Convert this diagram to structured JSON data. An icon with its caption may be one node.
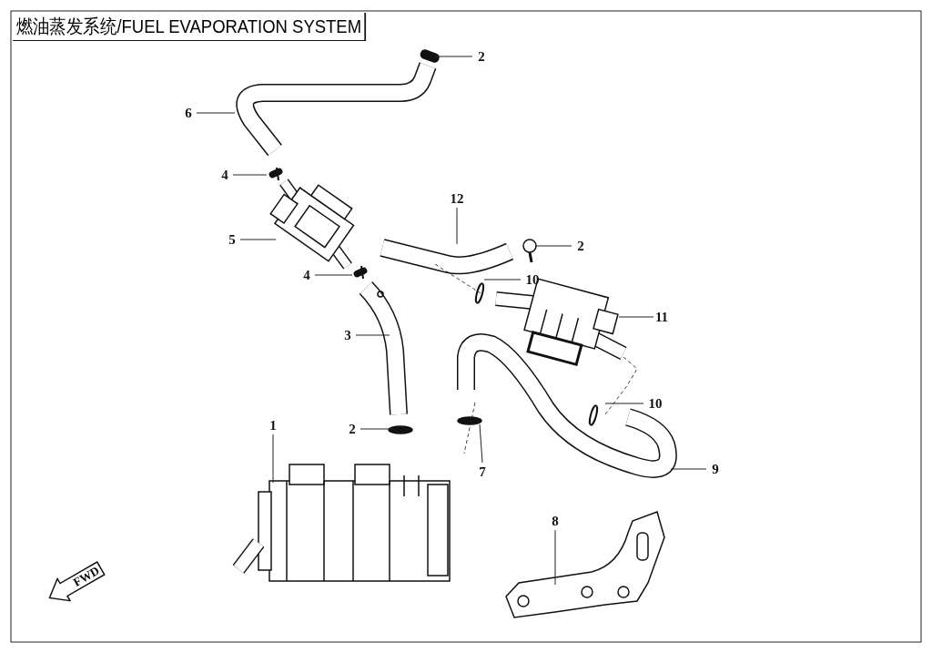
{
  "diagram": {
    "title": "燃油蒸发系统/FUEL EVAPORATION SYSTEM",
    "nodes": [
      {
        "text": [
          "2"
        ]
      },
      {
        "text": [
          "6"
        ]
      },
      {
        "text": [
          "4"
        ]
      },
      {
        "text": [
          "12"
        ]
      },
      {
        "text": [
          "2"
        ]
      },
      {
        "text": [
          "5"
        ]
      },
      {
        "text": [
          "4"
        ]
      },
      {
        "text": [
          "10"
        ]
      },
      {
        "text": [
          "11"
        ]
      },
      {
        "text": [
          "3"
        ]
      },
      {
        "text": [
          "10"
        ]
      },
      {
        "text": [
          "1"
        ]
      },
      {
        "text": [
          "2"
        ]
      },
      {
        "text": [
          "7"
        ]
      },
      {
        "text": [
          "9"
        ]
      },
      {
        "text": [
          "8"
        ]
      }
    ],
    "edges": [
      {
        "from": 0,
        "to": null,
        "arrow": "none"
      },
      {
        "from": 1,
        "to": null,
        "arrow": "none"
      },
      {
        "from": 2,
        "to": null,
        "arrow": "none"
      },
      {
        "from": 3,
        "to": null,
        "arrow": "none"
      },
      {
        "from": 4,
        "to": null,
        "arrow": "none"
      },
      {
        "from": 5,
        "to": null,
        "arrow": "none"
      },
      {
        "from": 6,
        "to": null,
        "arrow": "none"
      },
      {
        "from": 7,
        "to": null,
        "arrow": "none"
      },
      {
        "from": 8,
        "to": null,
        "arrow": "none"
      },
      {
        "from": 9,
        "to": null,
        "arrow": "none"
      },
      {
        "from": 10,
        "to": null,
        "arrow": "none"
      },
      {
        "from": 11,
        "to": null,
        "arrow": "none"
      },
      {
        "from": 12,
        "to": null,
        "arrow": "none"
      },
      {
        "from": 13,
        "to": null,
        "arrow": "none"
      },
      {
        "from": 14,
        "to": null,
        "arrow": "none"
      },
      {
        "from": 15,
        "to": null,
        "arrow": "none"
      }
    ],
    "labels": [
      "FWD"
    ]
  }
}
